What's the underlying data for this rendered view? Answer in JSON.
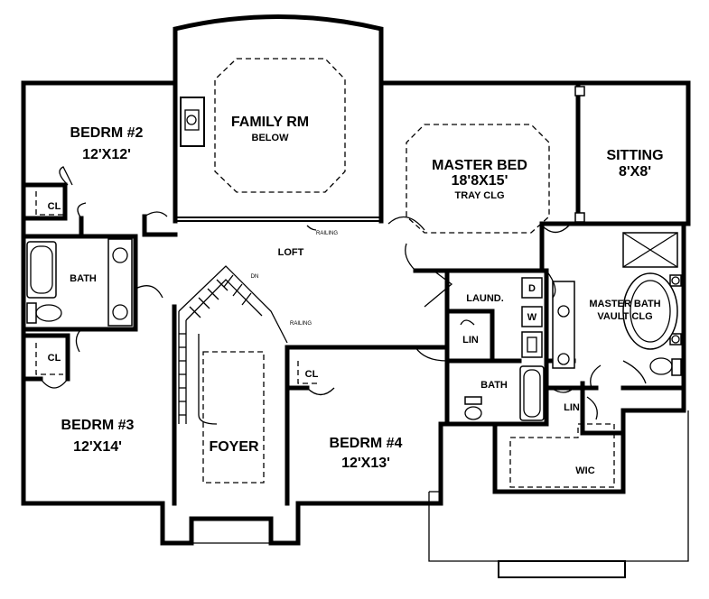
{
  "rooms": {
    "bedroom2": {
      "name": "BEDRM #2",
      "size": "12'X12'"
    },
    "family": {
      "name": "FAMILY RM",
      "note": "BELOW"
    },
    "master": {
      "name": "MASTER BED",
      "size": "18'8X15'",
      "note": "TRAY CLG"
    },
    "sitting": {
      "name": "SITTING",
      "size": "8'X8'"
    },
    "loft": {
      "name": "LOFT"
    },
    "bath": {
      "name": "BATH"
    },
    "bath2": {
      "name": "BATH"
    },
    "laundry": {
      "name": "LAUND."
    },
    "master_bath": {
      "name": "MASTER BATH",
      "note": "VAULT CLG"
    },
    "bedroom3": {
      "name": "BEDRM #3",
      "size": "12'X14'"
    },
    "foyer": {
      "name": "FOYER"
    },
    "bedroom4": {
      "name": "BEDRM #4",
      "size": "12'X13'"
    },
    "wic": {
      "name": "WIC"
    }
  },
  "closets": {
    "cl1": "CL",
    "cl2": "CL",
    "cl3": "CL",
    "lin1": "LIN",
    "lin2": "LIN"
  },
  "appliances": {
    "dryer": "D",
    "washer": "W"
  },
  "annotations": {
    "railing1": "RAILING",
    "railing2": "RAILING",
    "stair": "DN"
  }
}
